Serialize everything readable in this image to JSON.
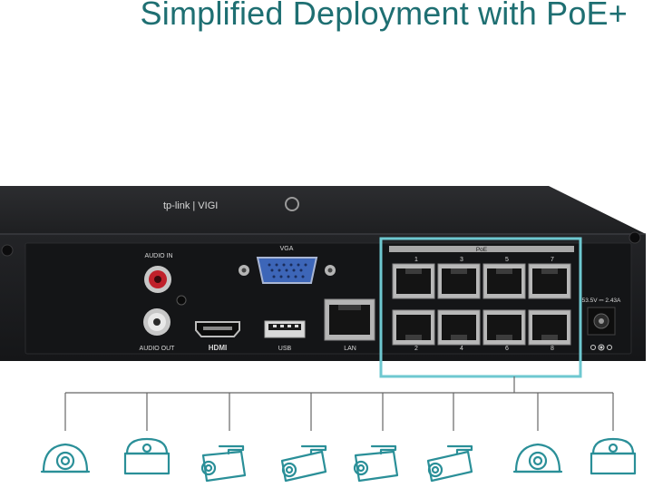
{
  "page_title": "Simplified Deployment with PoE+",
  "device": {
    "brand_logo_text": "tp-link | VIGI",
    "ports": {
      "audio_in": "AUDIO IN",
      "audio_out": "AUDIO OUT",
      "vga": "VGA",
      "hdmi": "HDMI",
      "usb": "USB",
      "lan": "LAN",
      "poe_header": "PoE",
      "poe_top_numbers": [
        "1",
        "3",
        "5",
        "7"
      ],
      "poe_bottom_numbers": [
        "2",
        "4",
        "6",
        "8"
      ],
      "power_rating": "53.5V ⎓ 2.43A"
    }
  },
  "cameras": [
    {
      "type": "dome-camera"
    },
    {
      "type": "turret-camera"
    },
    {
      "type": "bullet-camera"
    },
    {
      "type": "bullet-camera"
    },
    {
      "type": "bullet-camera"
    },
    {
      "type": "bullet-camera"
    },
    {
      "type": "dome-camera"
    },
    {
      "type": "turret-camera"
    }
  ],
  "colors": {
    "title": "#1e6f72",
    "highlight": "#6ec8d0",
    "device_body": "#1c1d1f",
    "camera_stroke": "#2a8f98"
  }
}
